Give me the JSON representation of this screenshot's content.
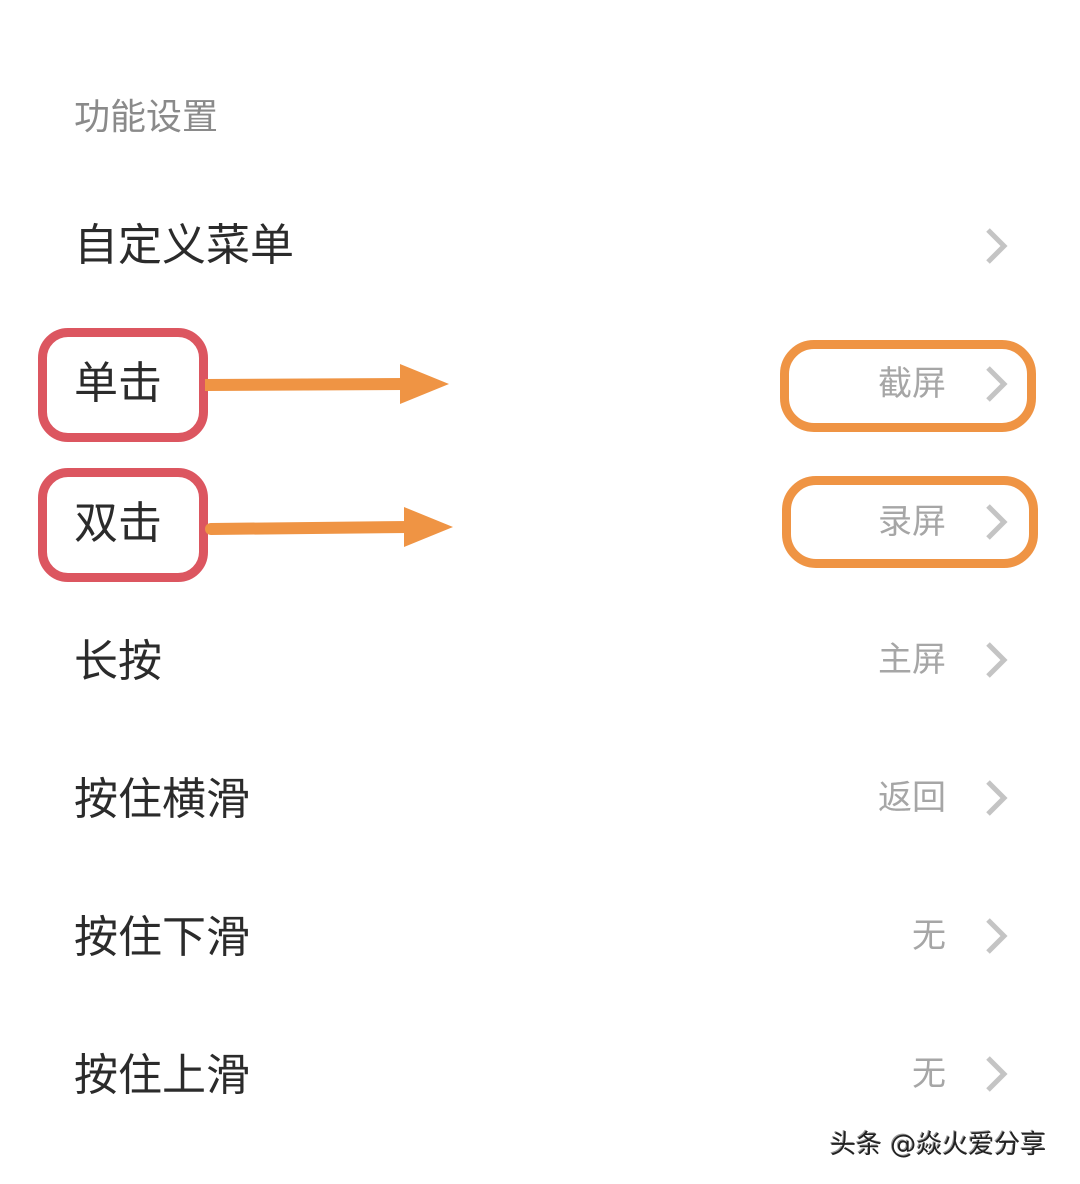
{
  "section": {
    "title": "功能设置"
  },
  "rows": [
    {
      "label": "自定义菜单",
      "value": ""
    },
    {
      "label": "单击",
      "value": "截屏"
    },
    {
      "label": "双击",
      "value": "录屏"
    },
    {
      "label": "长按",
      "value": "主屏"
    },
    {
      "label": "按住横滑",
      "value": "返回"
    },
    {
      "label": "按住下滑",
      "value": "无"
    },
    {
      "label": "按住上滑",
      "value": "无"
    }
  ],
  "annotations": {
    "label_highlight_color": "#dc5660",
    "value_highlight_color": "#ef9444",
    "arrow_color": "#ef9444"
  },
  "icons": {
    "chevron": "chevron-right-icon"
  },
  "watermark": "头条 @焱火爱分享"
}
